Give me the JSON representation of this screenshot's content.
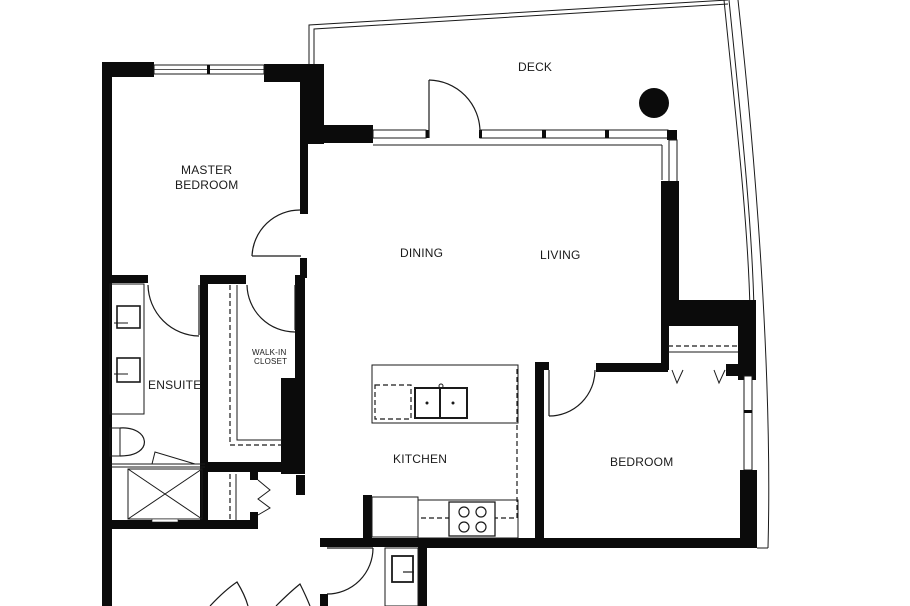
{
  "floor_plan": {
    "rooms": {
      "deck": "DECK",
      "master_bedroom_line1": "MASTER",
      "master_bedroom_line2": "BEDROOM",
      "dining": "DINING",
      "living": "LIVING",
      "ensuite": "ENSUITE",
      "walk_in_line1": "WALK-IN",
      "walk_in_line2": "CLOSET",
      "kitchen": "KITCHEN",
      "bedroom": "BEDROOM"
    },
    "colors": {
      "wall": "#0b0b0b",
      "line": "#1a1a1a",
      "background": "#ffffff"
    },
    "fixtures": [
      "deck-column",
      "double-sink",
      "cooktop",
      "ensuite-sink-1",
      "ensuite-sink-2",
      "toilet",
      "shower",
      "laundry-sink"
    ]
  }
}
